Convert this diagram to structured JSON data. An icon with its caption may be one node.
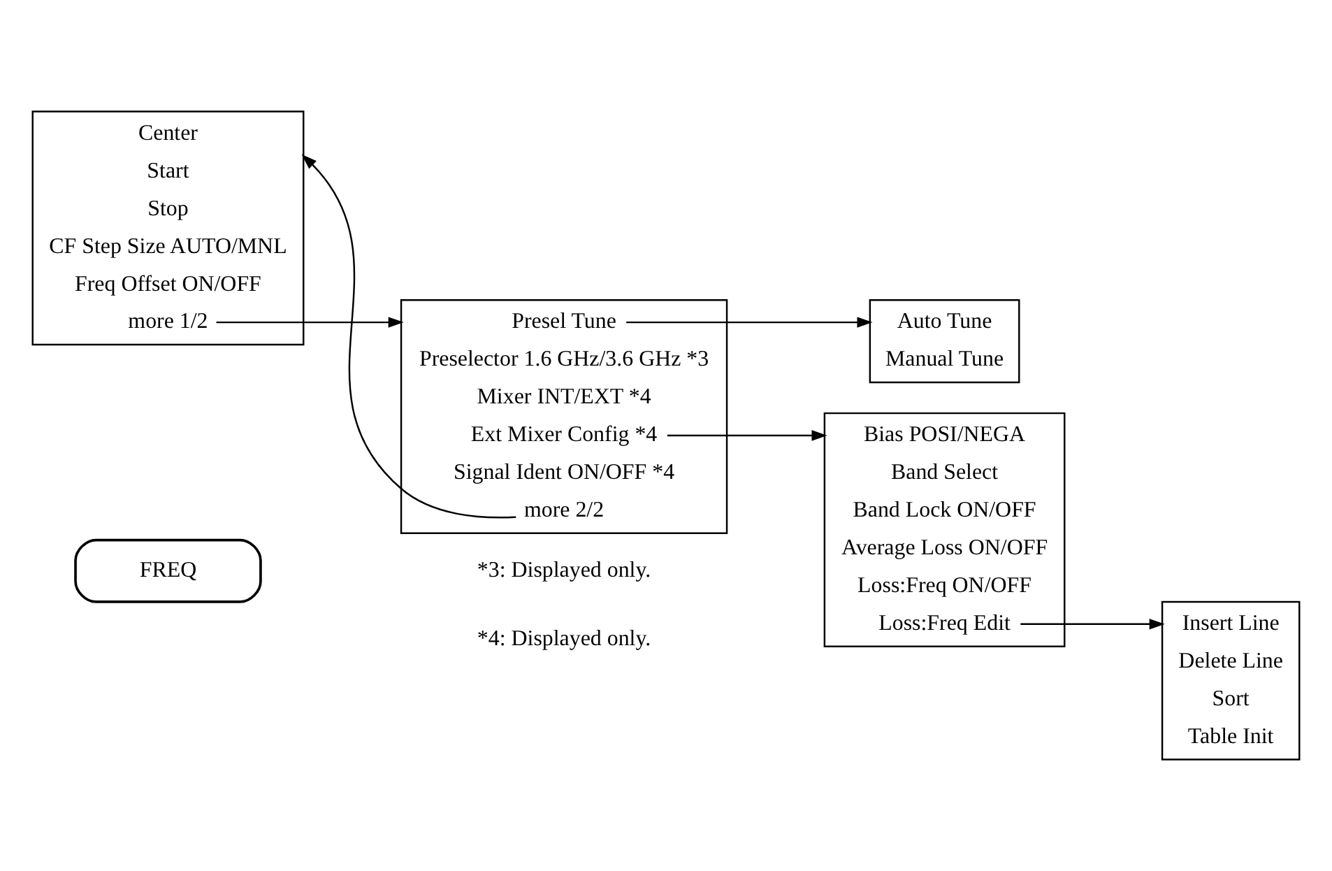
{
  "diagram": {
    "nodes": [
      {
        "text": [
          "FREQ"
        ]
      },
      {
        "text": [],
        "shape": "bracket"
      },
      {
        "text": [
          "Center"
        ],
        "in": 1
      },
      {
        "text": [
          "Start"
        ],
        "in": 1
      },
      {
        "text": [
          "Stop"
        ],
        "in": 1
      },
      {
        "text": [
          "CF Step Size AUTO/MNL"
        ],
        "in": 1
      },
      {
        "text": [
          "Freq Offset ON/OFF"
        ],
        "in": 1
      },
      {
        "text": [
          "more 1/2"
        ],
        "in": 1
      },
      {
        "text": [],
        "shape": "bracket"
      },
      {
        "text": [
          "Presel Tune"
        ],
        "in": 8
      },
      {
        "text": [
          "Preselector 1.6 GHz/3.6 GHz *3"
        ],
        "in": 8
      },
      {
        "text": [
          "Mixer INT/EXT *4"
        ],
        "in": 8
      },
      {
        "text": [
          "Ext Mixer Config *4"
        ],
        "in": 8
      },
      {
        "text": [
          "Signal Ident ON/OFF *4"
        ],
        "in": 8
      },
      {
        "text": [
          "more 2/2"
        ],
        "in": 8
      },
      {
        "text": [],
        "shape": "bracket"
      },
      {
        "text": [
          "Auto Tune"
        ],
        "in": 15
      },
      {
        "text": [
          "Manual Tune"
        ],
        "in": 15
      },
      {
        "text": [],
        "shape": "bracket"
      },
      {
        "text": [
          "Bias POSI/NEGA"
        ],
        "in": 18
      },
      {
        "text": [
          "Band Select"
        ],
        "in": 18
      },
      {
        "text": [
          "Band Lock ON/OFF"
        ],
        "in": 18
      },
      {
        "text": [
          "Average Loss ON/OFF"
        ],
        "in": 18
      },
      {
        "text": [
          "Loss:Freq ON/OFF"
        ],
        "in": 18
      },
      {
        "text": [
          "Loss:Freq Edit"
        ],
        "in": 18
      },
      {
        "text": [],
        "shape": "bracket"
      },
      {
        "text": [
          "Insert Line"
        ],
        "in": 25
      },
      {
        "text": [
          "Delete Line"
        ],
        "in": 25
      },
      {
        "text": [
          "Sort"
        ],
        "in": 25
      },
      {
        "text": [
          "Table Init"
        ],
        "in": 25
      }
    ],
    "edges": [
      {
        "from": 7,
        "to": 8,
        "arrow": "to"
      },
      {
        "from": 14,
        "to": 1,
        "arrow": "to"
      },
      {
        "from": 9,
        "to": 15,
        "arrow": "to"
      },
      {
        "from": 12,
        "to": 18,
        "arrow": "to"
      },
      {
        "from": 24,
        "to": 25,
        "arrow": "to"
      }
    ],
    "labels": [
      "*3: Displayed only.",
      "*4: Displayed only."
    ]
  }
}
